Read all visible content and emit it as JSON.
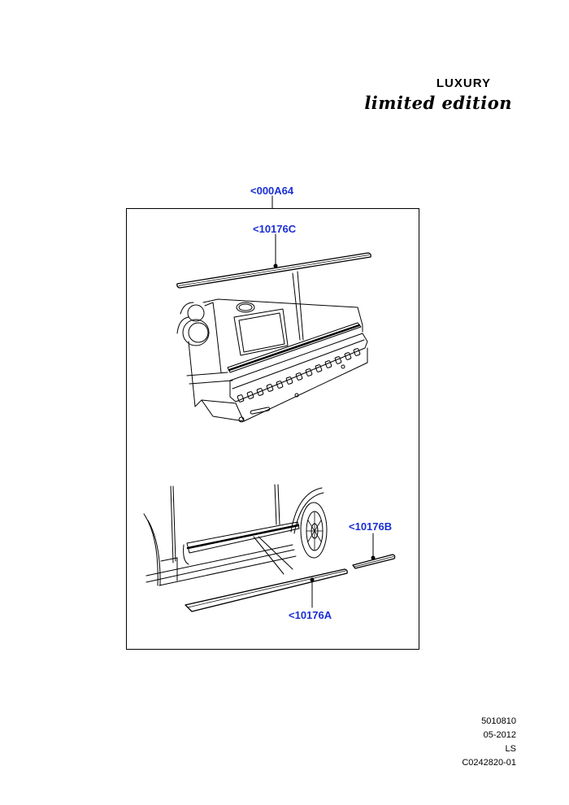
{
  "brand": {
    "title": "LUXURY",
    "subtitle": "limited edition"
  },
  "callouts": {
    "kit": "<000A64",
    "tailgate_strip": "<10176C",
    "side_strip_short": "<10176B",
    "side_strip_long": "<10176A"
  },
  "meta": {
    "code": "5010810",
    "date": "05-2012",
    "initials": "LS",
    "ref": "C0242820-01"
  }
}
